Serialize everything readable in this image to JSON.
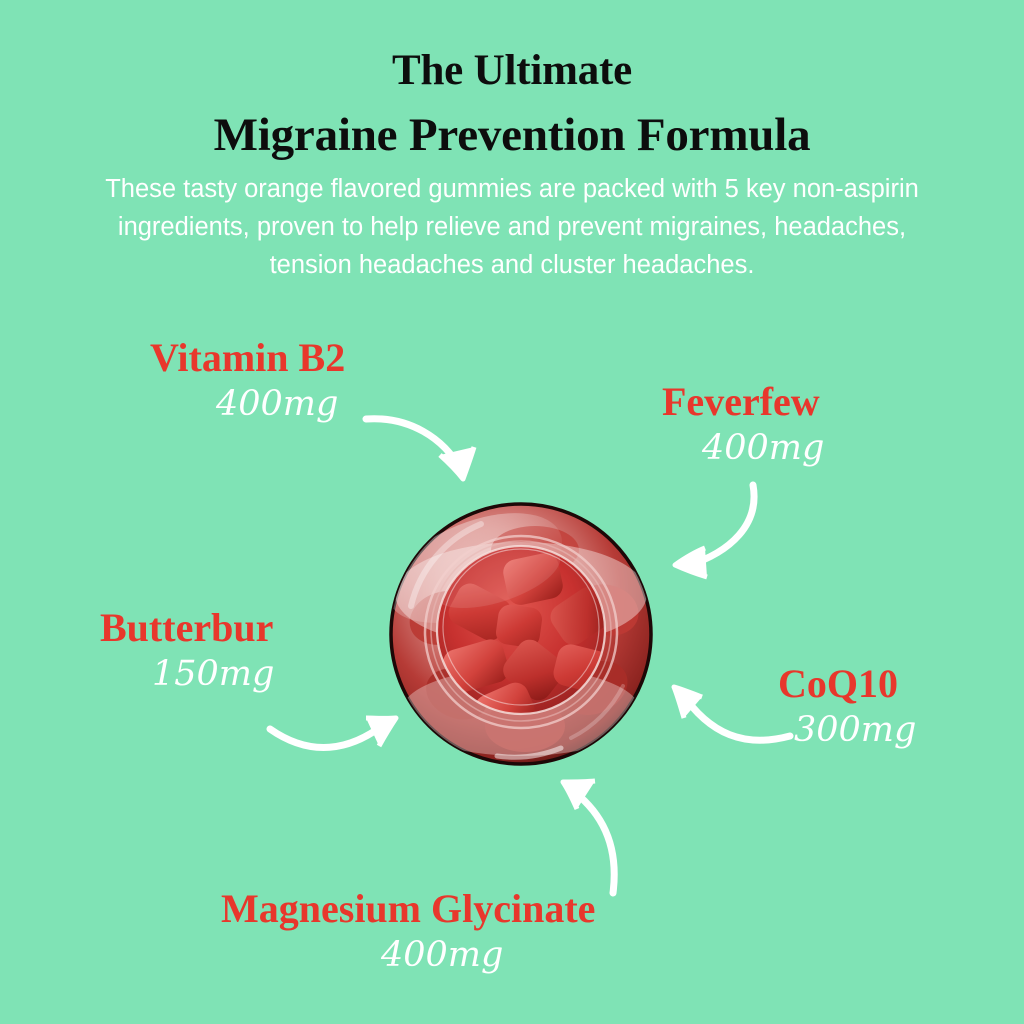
{
  "theme": {
    "background_color": "#7fe3b5",
    "accent_red": "#e8372c",
    "text_white": "#ffffff",
    "title_black": "#0d0d0d",
    "gummy_red": "#c7312f"
  },
  "header": {
    "title_line_1": "The Ultimate",
    "title_line_2": "Migraine Prevention Formula",
    "subtitle": "These tasty orange flavored gummies are packed with 5 key non-aspirin ingredients, proven to help relieve and prevent migraines, headaches, tension headaches and cluster headaches."
  },
  "ingredients": [
    {
      "name": "Vitamin B2",
      "dose": "400mg",
      "arrow": "curve-down-right",
      "position": "top-left"
    },
    {
      "name": "Feverfew",
      "dose": "400mg",
      "arrow": "curve-down-left",
      "position": "top-right"
    },
    {
      "name": "Butterbur",
      "dose": "150mg",
      "arrow": "curve-right-up",
      "position": "middle-left"
    },
    {
      "name": "CoQ10",
      "dose": "300mg",
      "arrow": "curve-left-up",
      "position": "middle-right"
    },
    {
      "name": "Magnesium Glycinate",
      "dose": "400mg",
      "arrow": "curve-up",
      "position": "bottom-center"
    }
  ],
  "product": {
    "image_name": "gummy-jar-top-view",
    "description": "Clear jar of red cylindrical gummies viewed from above"
  }
}
